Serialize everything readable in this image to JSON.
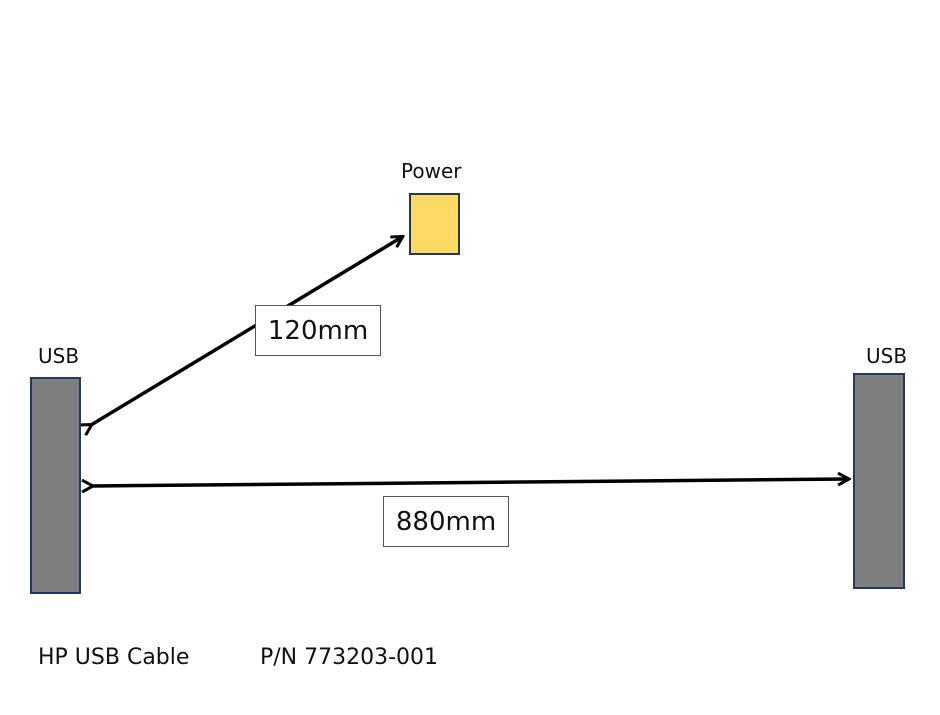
{
  "diagram": {
    "power": {
      "label": "Power",
      "color": "#ffd966"
    },
    "usb_left": {
      "label": "USB",
      "color": "#7f7f7f"
    },
    "usb_right": {
      "label": "USB",
      "color": "#7f7f7f"
    },
    "connector_border_color": "#1f3864",
    "dimensions": {
      "power_length": "120mm",
      "usb_length": "880mm"
    }
  },
  "footer": {
    "product_name": "HP USB Cable",
    "part_number": "P/N 773203-001"
  }
}
